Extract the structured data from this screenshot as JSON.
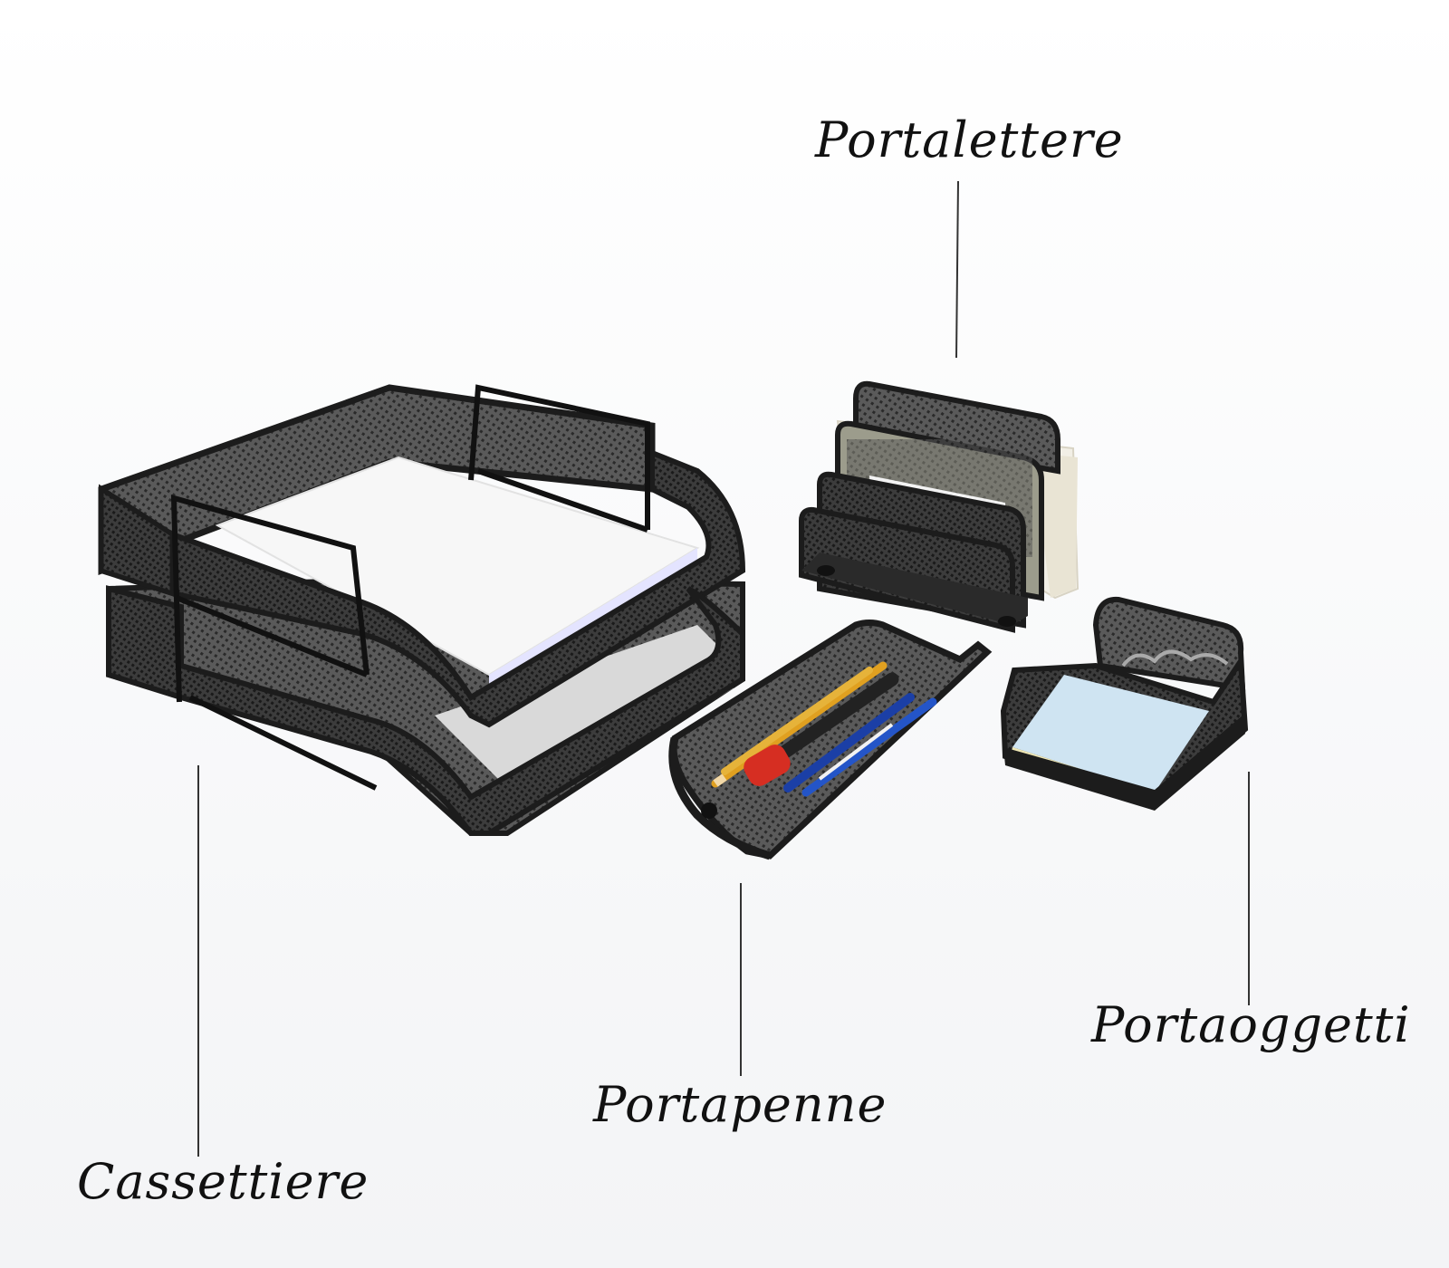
{
  "colors": {
    "background": "#ffffff",
    "metal": "#1c1c1c",
    "mesh_fill": "#4a4a4a",
    "paper_white": "#f7f7f7",
    "envelope": "#f2efe6",
    "sticky_blue": "#cfe4f2",
    "sticky_yellow": "#efe7b5",
    "leader_line": "#333333",
    "label_text": "#111111"
  },
  "labels": {
    "portalettere": "Portalettere",
    "cassettiere": "Cassettiere",
    "portapenne": "Portapenne",
    "portaoggetti": "Portaoggetti"
  }
}
